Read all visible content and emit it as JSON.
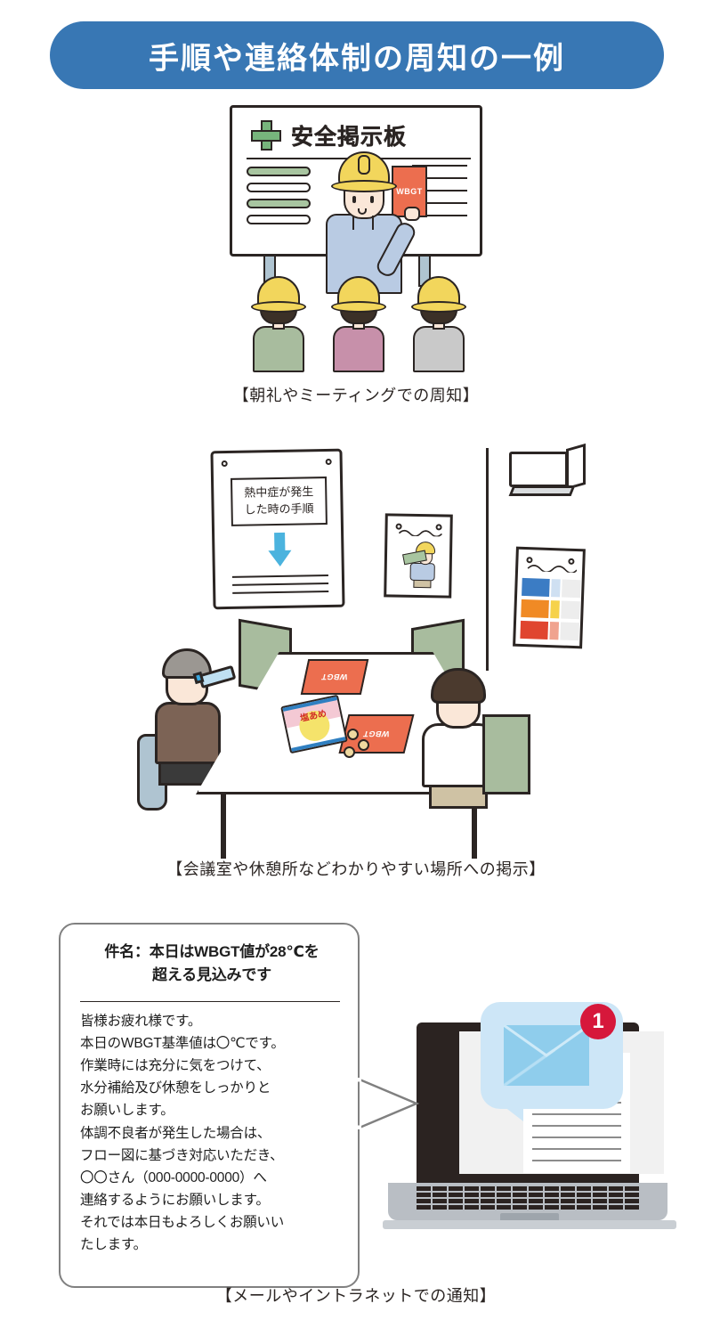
{
  "title": "手順や連絡体制の周知の一例",
  "theme": {
    "title_bg": "#3877B4",
    "title_fg": "#ffffff",
    "accent_orange": "#EC6E4F",
    "accent_green": "#77B47C",
    "accent_blue": "#4BB3DE",
    "badge_red": "#D6183B",
    "mail_bubble_bg": "#CDE6F7",
    "ink": "#2b2523"
  },
  "section1": {
    "board_title": "安全掲示板",
    "board_icon": "green-cross",
    "wbgt_card_label": "WBGT",
    "bar_colors": [
      "green",
      "white",
      "green",
      "white"
    ],
    "right_line_count": 5,
    "listeners": [
      {
        "shirt_color": "#A8BC9E"
      },
      {
        "shirt_color": "#C790AA"
      },
      {
        "shirt_color": "#C9C9C9"
      }
    ],
    "caption": "【朝礼やミーティングでの周知】"
  },
  "section2": {
    "poster_main": {
      "line1": "熱中症が発生",
      "line2": "した時の手順",
      "arrow": "down-arrow",
      "body_line_count": 3
    },
    "poster_small": {
      "content": "熱中症予防のイラスト"
    },
    "poster_chart": {
      "rows": [
        {
          "colors": [
            "#3B7CC4",
            "#CFE0F2",
            "#EDEDED"
          ]
        },
        {
          "colors": [
            "#F08A25",
            "#F6D24B",
            "#EDEDED"
          ]
        },
        {
          "colors": [
            "#E0452F",
            "#F0A38F",
            "#EDEDED"
          ]
        }
      ]
    },
    "table_cards": [
      {
        "label": "WBGT"
      },
      {
        "label": "WBGT"
      }
    ],
    "candy_bag_label": "塩あめ",
    "aircon": "wall-air-conditioner",
    "caption": "【会議室や休憩所などわかりやすい場所への掲示】"
  },
  "section3": {
    "email": {
      "subject_line1": "件名：本日はWBGT値が28℃を",
      "subject_line2": "超える見込みです",
      "body_lines": [
        "皆様お疲れ様です。",
        "本日のWBGT基準値は〇℃です。",
        "作業時には充分に気をつけて、",
        "水分補給及び休憩をしっかりと",
        "お願いします。",
        "体調不良者が発生した場合は、",
        "フロー図に基づき対応いただき、",
        "〇〇さん（000-0000-0000）へ",
        "連絡するようにお願いします。",
        "それでは本日もよろしくお願いい",
        "たします。"
      ]
    },
    "notification": {
      "icon": "envelope-icon",
      "badge_count": "1"
    },
    "laptop_doc_line_count": 9,
    "caption": "【メールやイントラネットでの通知】"
  }
}
